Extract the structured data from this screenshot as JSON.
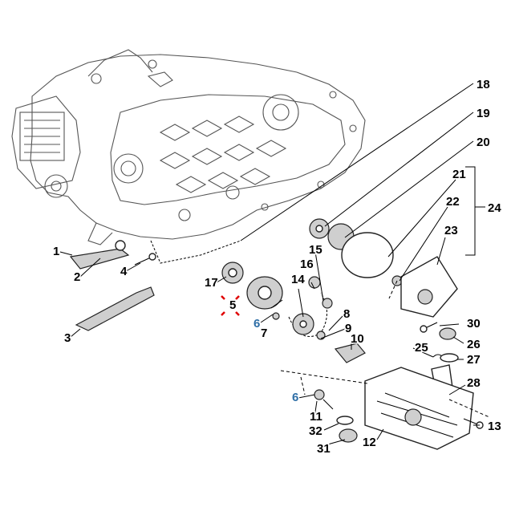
{
  "diagram": {
    "callouts": [
      {
        "id": "c1",
        "text": "1",
        "color": "#000000",
        "highlight": "#f2f200"
      },
      {
        "id": "c2",
        "text": "2",
        "color": "#000000",
        "highlight": "#f2f200"
      },
      {
        "id": "c3",
        "text": "3",
        "color": "#000000",
        "highlight": "#f2f200"
      },
      {
        "id": "c4",
        "text": "4",
        "color": "#000000",
        "highlight": "#f2f200"
      },
      {
        "id": "c5",
        "text": "5",
        "color": "#000000",
        "highlight": "#f2f200",
        "marker": "#e00000"
      },
      {
        "id": "c6a",
        "text": "6",
        "color": "#2e6ea6",
        "highlight": "#f2f200"
      },
      {
        "id": "c6b",
        "text": "6",
        "color": "#2e6ea6",
        "highlight": "#f2f200"
      },
      {
        "id": "c7",
        "text": "7",
        "color": "#000000",
        "highlight": "#f2f200"
      },
      {
        "id": "c8",
        "text": "8",
        "color": "#000000",
        "highlight": "#f2f200"
      },
      {
        "id": "c9",
        "text": "9",
        "color": "#000000",
        "highlight": "#f2f200"
      },
      {
        "id": "c10",
        "text": "10",
        "color": "#000000",
        "highlight": "#f2f200"
      },
      {
        "id": "c11",
        "text": "11",
        "color": "#000000",
        "highlight": "#f2f200"
      },
      {
        "id": "c12",
        "text": "12",
        "color": "#000000",
        "highlight": "#f2f200"
      },
      {
        "id": "c13",
        "text": "13",
        "color": "#000000",
        "highlight": "#f2f200"
      },
      {
        "id": "c14",
        "text": "14",
        "color": "#000000",
        "highlight": "#f2f200"
      },
      {
        "id": "c15",
        "text": "15",
        "color": "#000000",
        "highlight": "#f2f200"
      },
      {
        "id": "c16",
        "text": "16",
        "color": "#000000",
        "highlight": "#f2f200"
      },
      {
        "id": "c17",
        "text": "17",
        "color": "#000000",
        "highlight": "#f2f200"
      },
      {
        "id": "c18",
        "text": "18",
        "color": "#000000",
        "highlight": "#f2f200"
      },
      {
        "id": "c19",
        "text": "19",
        "color": "#000000",
        "highlight": "#f2f200"
      },
      {
        "id": "c20",
        "text": "20",
        "color": "#000000",
        "highlight": "#f2f200"
      },
      {
        "id": "c21",
        "text": "21",
        "color": "#000000",
        "highlight": "#f2f200"
      },
      {
        "id": "c22",
        "text": "22",
        "color": "#000000",
        "highlight": "#f2f200"
      },
      {
        "id": "c23",
        "text": "23",
        "color": "#000000",
        "highlight": "#f2f200"
      },
      {
        "id": "c24",
        "text": "24",
        "color": "#000000",
        "highlight": "#f2f200"
      },
      {
        "id": "c25",
        "text": "25",
        "color": "#000000",
        "highlight": "#f2f200"
      },
      {
        "id": "c26",
        "text": "26",
        "color": "#000000",
        "highlight": "#f2f200"
      },
      {
        "id": "c27",
        "text": "27",
        "color": "#000000",
        "highlight": "#f2f200"
      },
      {
        "id": "c28",
        "text": "28",
        "color": "#000000",
        "highlight": "#f2f200"
      },
      {
        "id": "c30",
        "text": "30",
        "color": "#000000",
        "highlight": "#f2f200"
      },
      {
        "id": "c31",
        "text": "31",
        "color": "#000000",
        "highlight": "#f2f200"
      },
      {
        "id": "c32",
        "text": "32",
        "color": "#000000",
        "highlight": "#f2f200"
      }
    ]
  }
}
